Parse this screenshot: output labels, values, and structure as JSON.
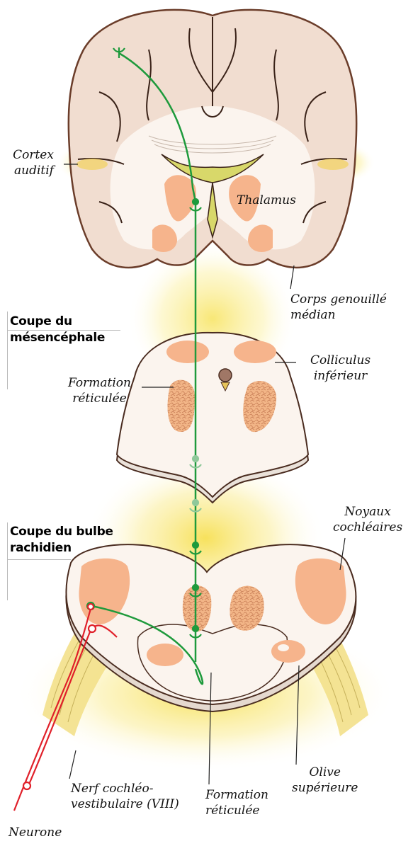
{
  "labels": {
    "cortex_auditif": [
      "Cortex",
      "auditif"
    ],
    "thalamus": "Thalamus",
    "corps_genouille": [
      "Corps genouillé",
      "médian"
    ],
    "colliculus": [
      "Colliculus",
      "inférieur"
    ],
    "formation_reticulee_top": [
      "Formation",
      "réticulée"
    ],
    "noyaux_cochleaires": [
      "Noyaux",
      "cochléaires"
    ],
    "nerf": [
      "Nerf cochléo-",
      "vestibulaire (VIII)"
    ],
    "formation_reticulee_bottom": [
      "Formation",
      "réticulée"
    ],
    "olive": [
      "Olive",
      "supérieure"
    ],
    "neurone": "Neurone"
  },
  "section_titles": {
    "mesencephale": [
      "Coupe du",
      "mésencéphale"
    ],
    "bulbe": [
      "Coupe du bulbe",
      "rachidien"
    ]
  },
  "colors": {
    "pathway_green": "#1e9a3c",
    "neuron_red": "#e0202a",
    "nucleus_orange": "#f6b48c",
    "tissue_cream": "#fbf4ee",
    "cortex_tan": "#f1ddd0",
    "glow_yellow": "#f7e35e"
  }
}
